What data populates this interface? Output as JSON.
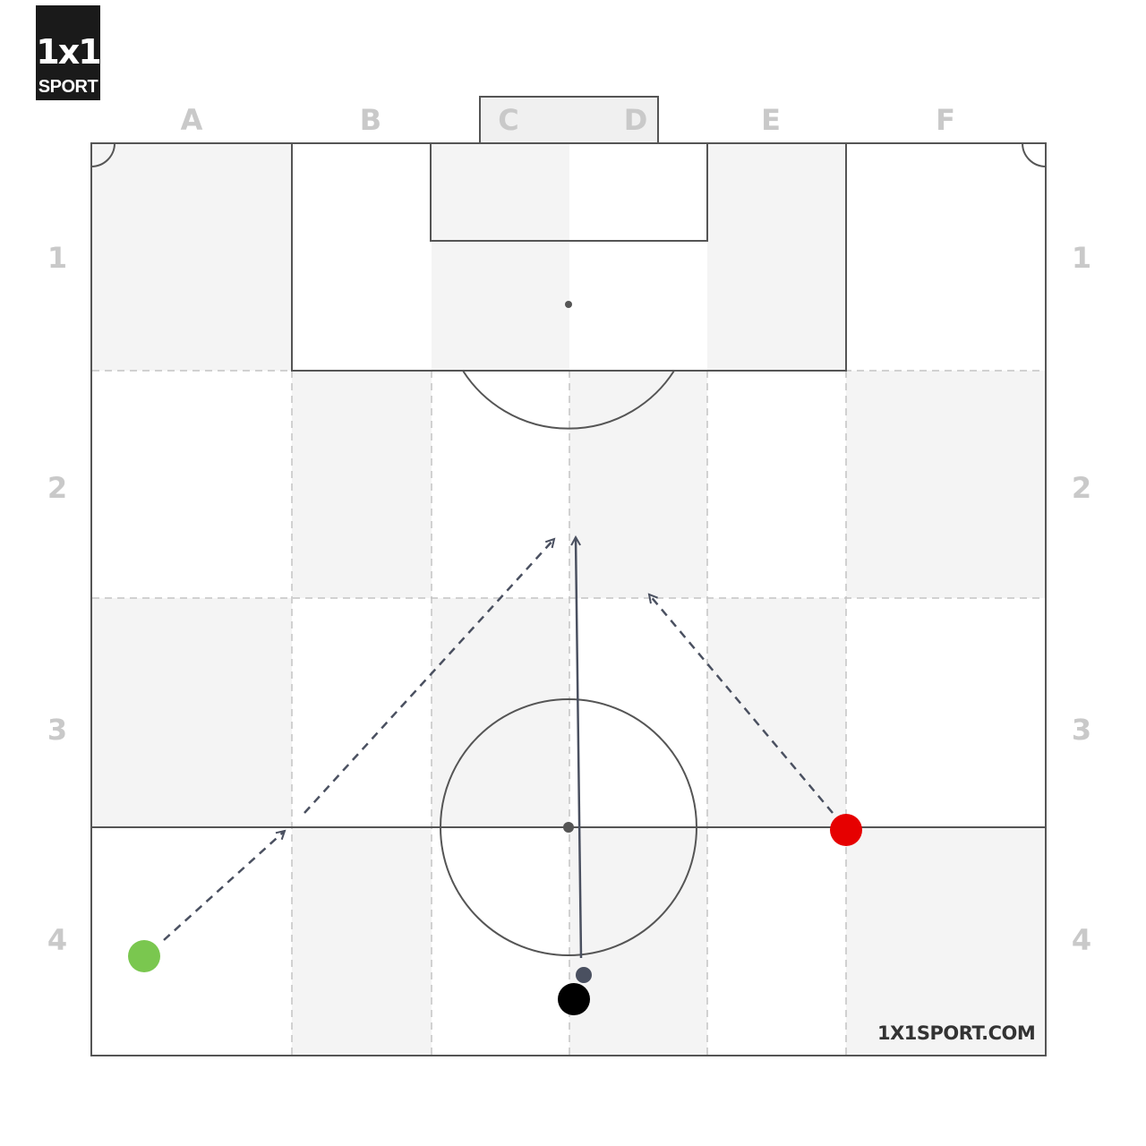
{
  "logo": {
    "main": "1x1",
    "sub": "SPORT"
  },
  "columns": [
    "A",
    "B",
    "C",
    "D",
    "E",
    "F"
  ],
  "rows": [
    "1",
    "2",
    "3",
    "4"
  ],
  "watermark": "1X1SPORT.COM",
  "colors": {
    "shade": "#f4f4f4",
    "line": "#555555",
    "dashed_grid": "#c4c4c4",
    "arrow": "#4a5060",
    "player_green": "#7ac74f",
    "player_red": "#e60000",
    "player_black": "#000000",
    "ball": "#4a5060",
    "label": "#c9c9c9"
  },
  "players": [
    {
      "name": "green-player",
      "color_key": "player_green"
    },
    {
      "name": "red-player",
      "color_key": "player_red"
    },
    {
      "name": "black-player",
      "color_key": "player_black"
    }
  ],
  "movements": [
    {
      "from": "green-player",
      "style": "dashed"
    },
    {
      "from": "red-player",
      "style": "dashed"
    },
    {
      "from": "ball",
      "style": "solid"
    }
  ]
}
